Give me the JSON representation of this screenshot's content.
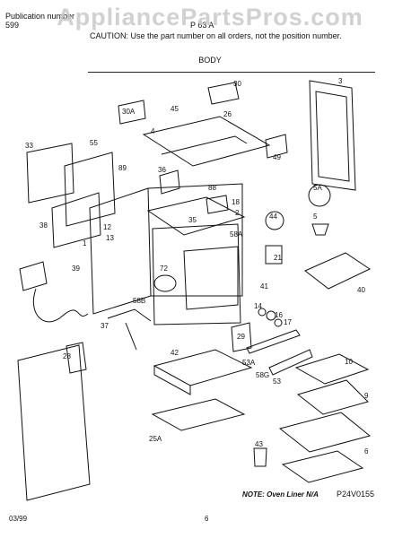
{
  "header": {
    "line1": "Publication number",
    "pub_number": "599",
    "model_partial": "P 63 A",
    "caution": "CAUTION: Use the part number on all orders, not the position number."
  },
  "watermark": "AppliancePartsPros.com",
  "section_title": "BODY",
  "callouts": [
    "3",
    "4",
    "5",
    "5A",
    "6",
    "9",
    "10",
    "12",
    "13",
    "14",
    "16",
    "17",
    "18",
    "21",
    "25A",
    "26",
    "28",
    "29",
    "30",
    "30A",
    "33",
    "35",
    "36",
    "37",
    "38",
    "39",
    "40",
    "41",
    "42",
    "43",
    "44",
    "45",
    "49",
    "53",
    "53A",
    "55",
    "58A",
    "58B",
    "58G",
    "72",
    "88",
    "89",
    "1",
    "2"
  ],
  "footer": {
    "note": "NOTE: Oven Liner N/A",
    "figure_code": "P24V0155",
    "date": "03/99",
    "page": "6"
  }
}
